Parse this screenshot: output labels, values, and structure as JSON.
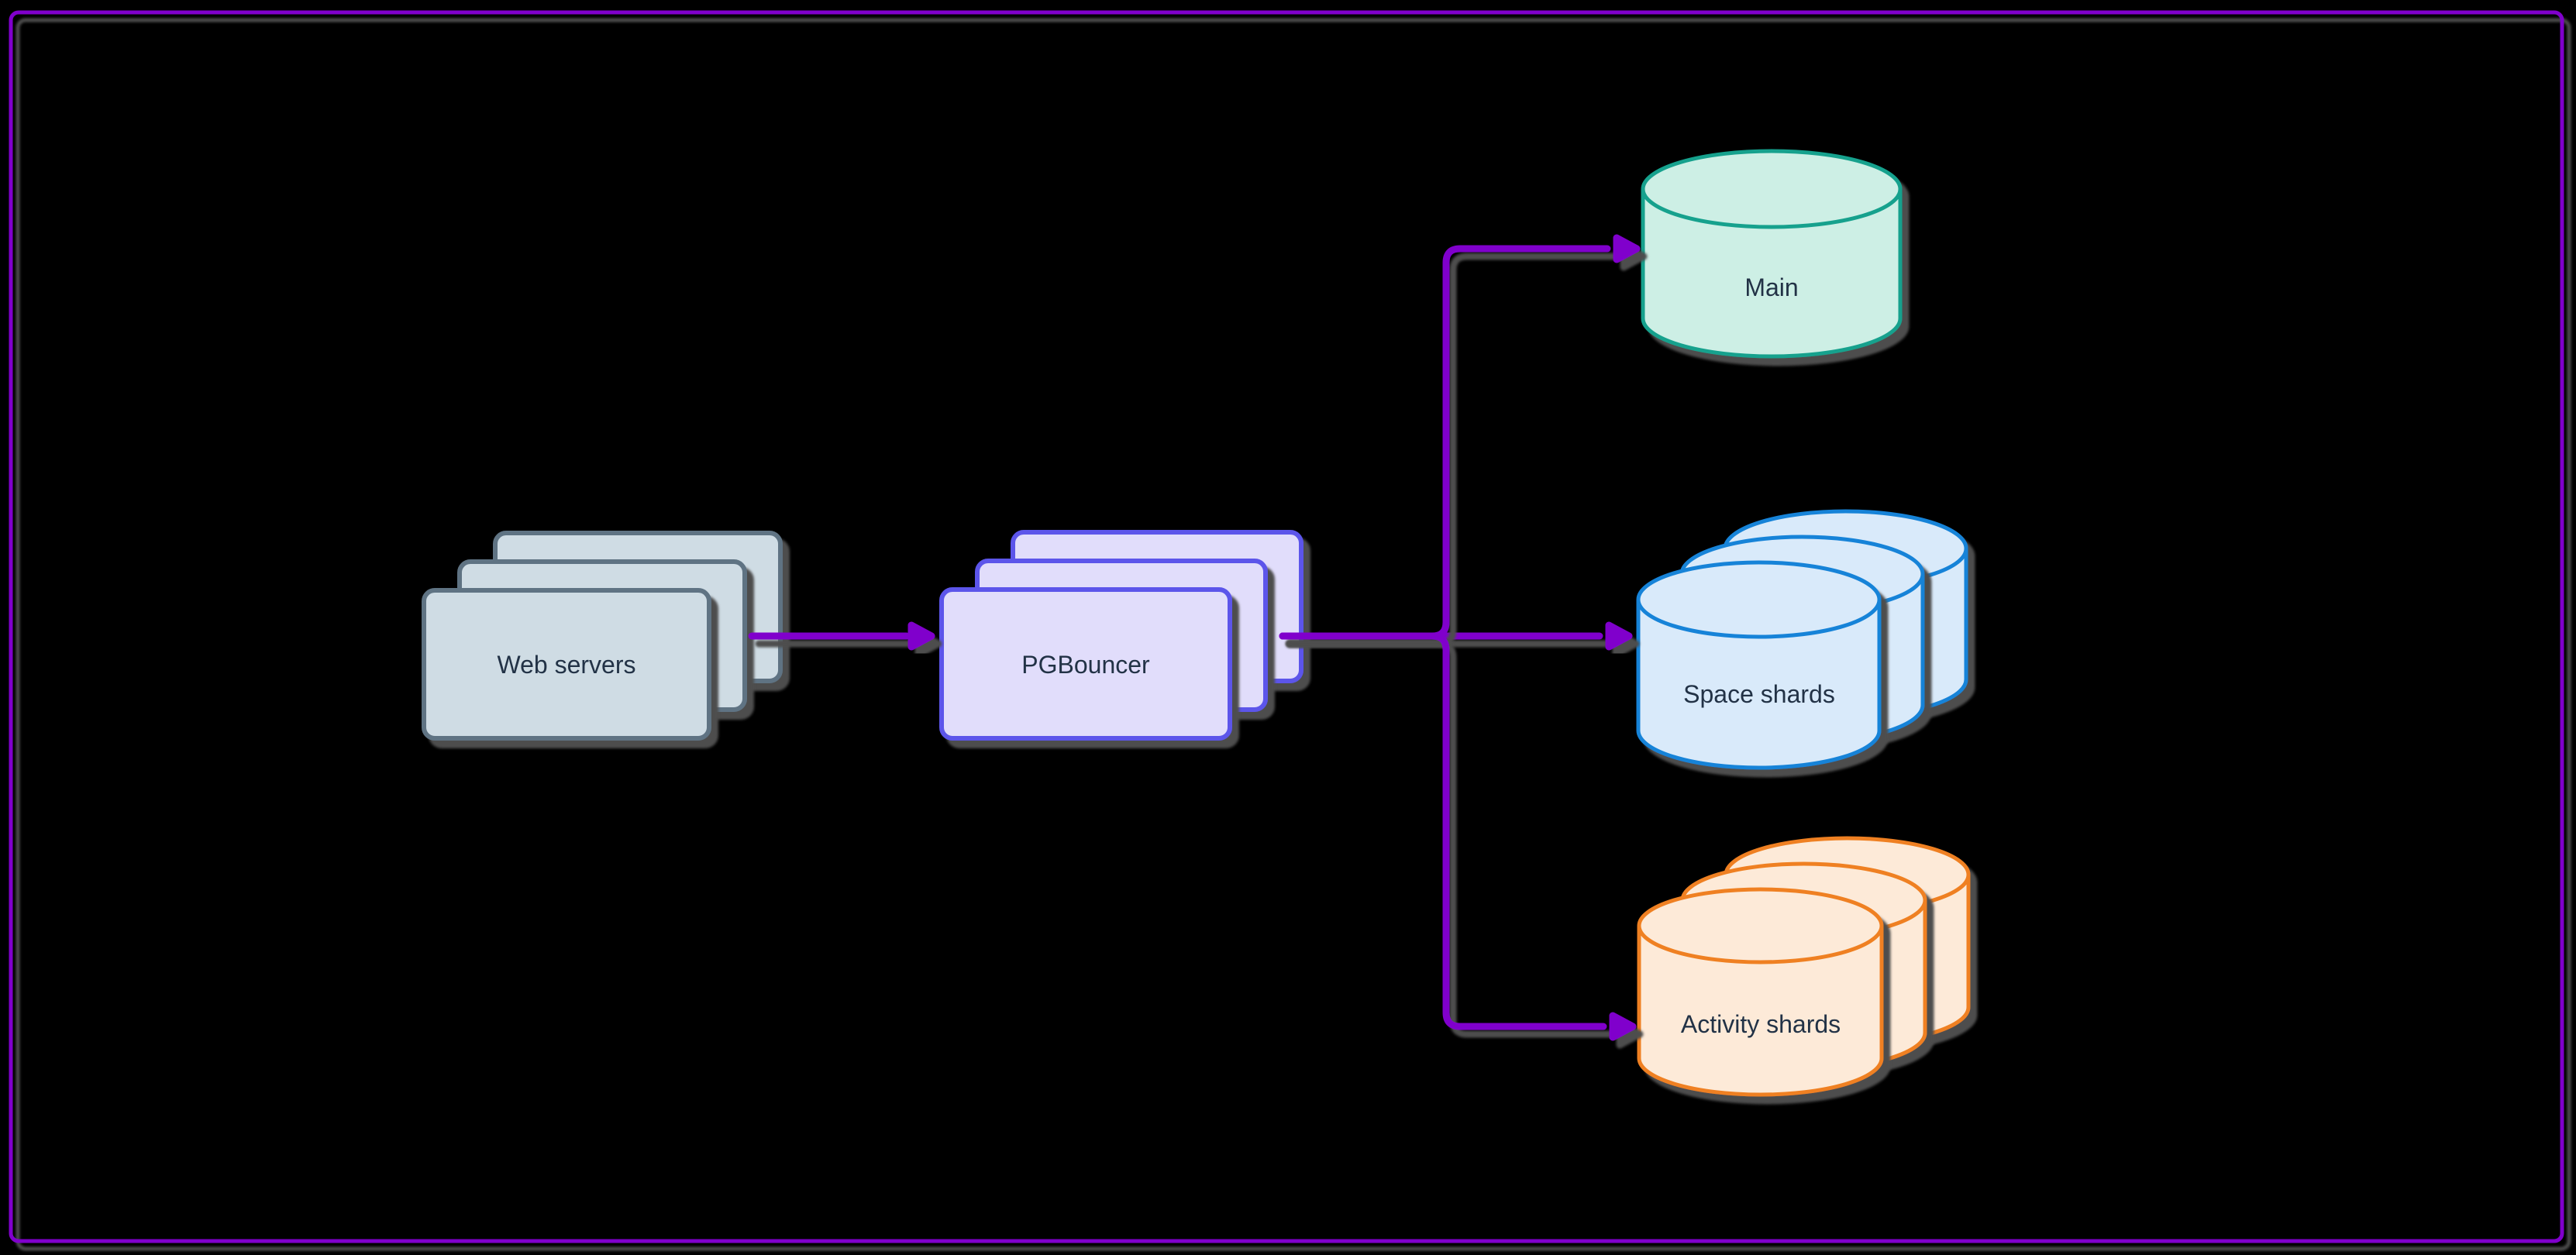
{
  "diagram": {
    "type": "architecture-flowchart",
    "background_color": "#000000",
    "frame_color": "#8000cc",
    "edge_color": "#8000cc",
    "shadow_color": "#4e4e4e",
    "text_color": "#223246",
    "nodes": [
      {
        "id": "web-servers",
        "label": "Web servers",
        "shape": "stacked-rectangle",
        "stack_count": 3,
        "fill": "#cfdce4",
        "stroke": "#5f7383"
      },
      {
        "id": "pgbouncer",
        "label": "PGBouncer",
        "shape": "stacked-rectangle",
        "stack_count": 3,
        "fill": "#e1ddfb",
        "stroke": "#5b55ea"
      },
      {
        "id": "main-db",
        "label": "Main",
        "shape": "cylinder",
        "stack_count": 1,
        "fill": "#cdefe5",
        "stroke": "#12a18d"
      },
      {
        "id": "space-shards",
        "label": "Space shards",
        "shape": "stacked-cylinder",
        "stack_count": 3,
        "fill": "#d9eafa",
        "stroke": "#1683d8"
      },
      {
        "id": "activity-shards",
        "label": "Activity shards",
        "shape": "stacked-cylinder",
        "stack_count": 3,
        "fill": "#fdead8",
        "stroke": "#ef8020"
      }
    ],
    "edges": [
      {
        "from": "Web servers",
        "to": "PGBouncer",
        "arrow": "right"
      },
      {
        "from": "PGBouncer",
        "to": "Main",
        "arrow": "right"
      },
      {
        "from": "PGBouncer",
        "to": "Space shards",
        "arrow": "right"
      },
      {
        "from": "PGBouncer",
        "to": "Activity shards",
        "arrow": "right"
      }
    ]
  }
}
